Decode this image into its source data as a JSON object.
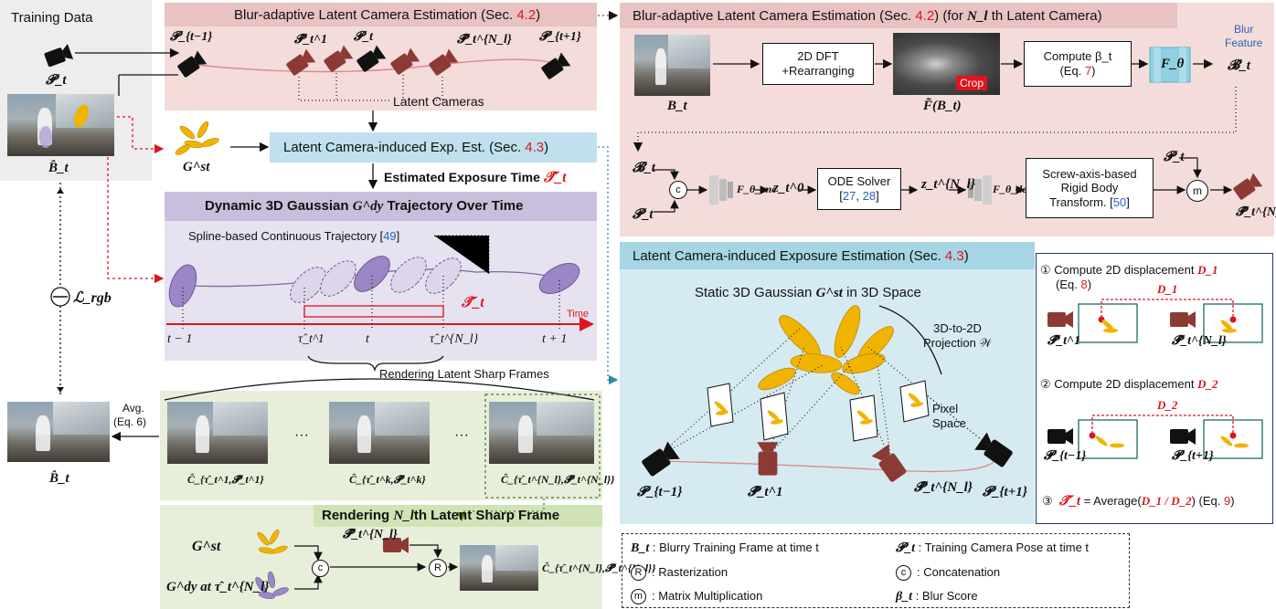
{
  "training": {
    "title": "Training Data",
    "pose_label": "𝓟_t",
    "frame_label": "B̂_t",
    "loss_label": "ℒ_rgb",
    "avg_label": "Avg.",
    "avg_eq": "(Eq. 6)",
    "output_label": "B̂_t"
  },
  "blur_est": {
    "title": "Blur-adaptive Latent Camera Estimation (Sec. ",
    "sec": "4.2",
    "sec_close": ")",
    "pose_prev": "𝓟_{t−1}",
    "pose_first": "𝓟̂_t^1",
    "pose_mid": "𝓟_t",
    "pose_last": "𝓟̂_t^{N_l}",
    "pose_next": "𝓟_{t+1}",
    "latent_cameras": "Latent Cameras"
  },
  "exposure_est": {
    "title": "Latent Camera-induced Exp. Est. (Sec. ",
    "sec": "4.3",
    "sec_close": ")",
    "gst_label": "G^st",
    "estimated": "Estimated Exposure Time",
    "tau": "𝒯̂_t"
  },
  "dynamic": {
    "title": "Dynamic 3D Gaussian",
    "title_math": "G^dy",
    "title_rest": "Trajectory Over Time",
    "spline": "Spline-based Continuous Trajectory [",
    "ref": "49",
    "spline_close": "]",
    "time": "Time",
    "tau": "𝒯̂_t",
    "ticks": [
      "t − 1",
      "τ̂_t^1",
      "t",
      "τ̂_t^{N_l}",
      "t + 1"
    ],
    "rendering": "Rendering Latent Sharp Frames"
  },
  "frames": {
    "labels": [
      "Ĉ_{τ̂_t^1,𝓟̂_t^1}",
      "Ĉ_{τ̂_t^k,𝓟̂_t^k}",
      "Ĉ_{τ̂_t^{N_l},𝓟̂_t^{N_l}}"
    ],
    "dots": "···"
  },
  "nl_render": {
    "title": "Rendering",
    "title_math": "N_l",
    "title_rest": "th Latent Sharp Frame",
    "gst": "G^st",
    "gdy": "G^dy at τ̂_t^{N_l}",
    "pose": "𝓟̂_t^{N_l}",
    "c": "c",
    "r": "R",
    "out": "Ĉ_{τ̂_t^{N_l},𝓟̂_t^{N_l}}"
  },
  "right_top": {
    "title": "Blur-adaptive Latent Camera Estimation (Sec. ",
    "sec": "4.2",
    "title_rest": ") (for",
    "title_math": "N_l",
    "title_end": "th Latent Camera)",
    "bt": "B_t",
    "dft": [
      "2D DFT",
      "+Rearranging"
    ],
    "crop": "Crop",
    "fbt": "F̃(B_t)",
    "compute": "Compute β_t",
    "compute_eq": "(Eq. ",
    "eq7": "7",
    "eq_close": ")",
    "ftheta": "F_θ",
    "blur_feature": [
      "Blur",
      "Feature"
    ],
    "bfeat": "𝓑̂_t",
    "bfeat2": "𝓑̂_t",
    "pose": "𝓟_t",
    "c": "c",
    "enc": "F_θ_enc",
    "z0": "z_t^0",
    "ode": "ODE Solver",
    "ode_refs": [
      "27",
      "28"
    ],
    "znl": "z_t^{N_l}",
    "dec": "F_θ_dec",
    "screw": [
      "Screw-axis-based",
      "Rigid Body",
      "Transform. ["
    ],
    "screw_ref": "50",
    "pose2": "𝓟_t",
    "m": "m",
    "out": "𝓟̂_t^{N_l}"
  },
  "lcie": {
    "title": "Latent Camera-induced Exposure Estimation (Sec. ",
    "sec": "4.3",
    "sec_close": ")",
    "static": "Static 3D Gaussian",
    "static_math": "G^st",
    "static_rest": "in 3D Space",
    "proj": [
      "3D-to-2D",
      "Projection 𝒲"
    ],
    "pixel": [
      "Pixel",
      "Space"
    ],
    "cams": [
      "𝓟_{t−1}",
      "𝓟̂_t^1",
      "𝓟̂_t^{N_l}",
      "𝓟_{t+1}"
    ]
  },
  "steps": {
    "s1": "① Compute 2D displacement",
    "s1_math": "D_1",
    "s1_eq": "(Eq. ",
    "eq8": "8",
    "d1": "D_1",
    "cam1a": "𝓟̂_t^1",
    "cam1b": "𝓟̂_t^{N_l}",
    "s2": "② Compute 2D displacement",
    "s2_math": "D_2",
    "d2": "D_2",
    "cam2a": "𝓟_{t−1}",
    "cam2b": "𝓟_{t+1}",
    "s3": "③",
    "s3_tau": "𝒯̂_t",
    "s3_rest": "= Average(",
    "s3_frac": "D_1 / D_2",
    "s3_eq": ") (Eq. ",
    "eq9": "9",
    "s3_end": ")"
  },
  "legend": {
    "items": [
      {
        "sym": "B_t",
        "text": ": Blurry Training Frame at time t"
      },
      {
        "sym": "𝓟_t",
        "text": ": Training Camera Pose at time t"
      },
      {
        "sym": "R",
        "text": ": Rasterization"
      },
      {
        "sym": "c",
        "text": ": Concatenation"
      },
      {
        "sym": "m",
        "text": ": Matrix Multiplication"
      },
      {
        "sym": "β_t",
        "text": ": Blur Score"
      }
    ]
  },
  "colors": {
    "pink": "#f4dcdb",
    "lavender": "#ddd6e8",
    "lavender_head": "#c3b7d8",
    "blue_panel": "#d6eaf2",
    "blue_head": "#a6d5e4",
    "green": "#e7efdb",
    "green_head": "#cfe3b4",
    "red": "#e0141e",
    "gaussian": "#f0b400",
    "purple": "#9b86c6"
  }
}
